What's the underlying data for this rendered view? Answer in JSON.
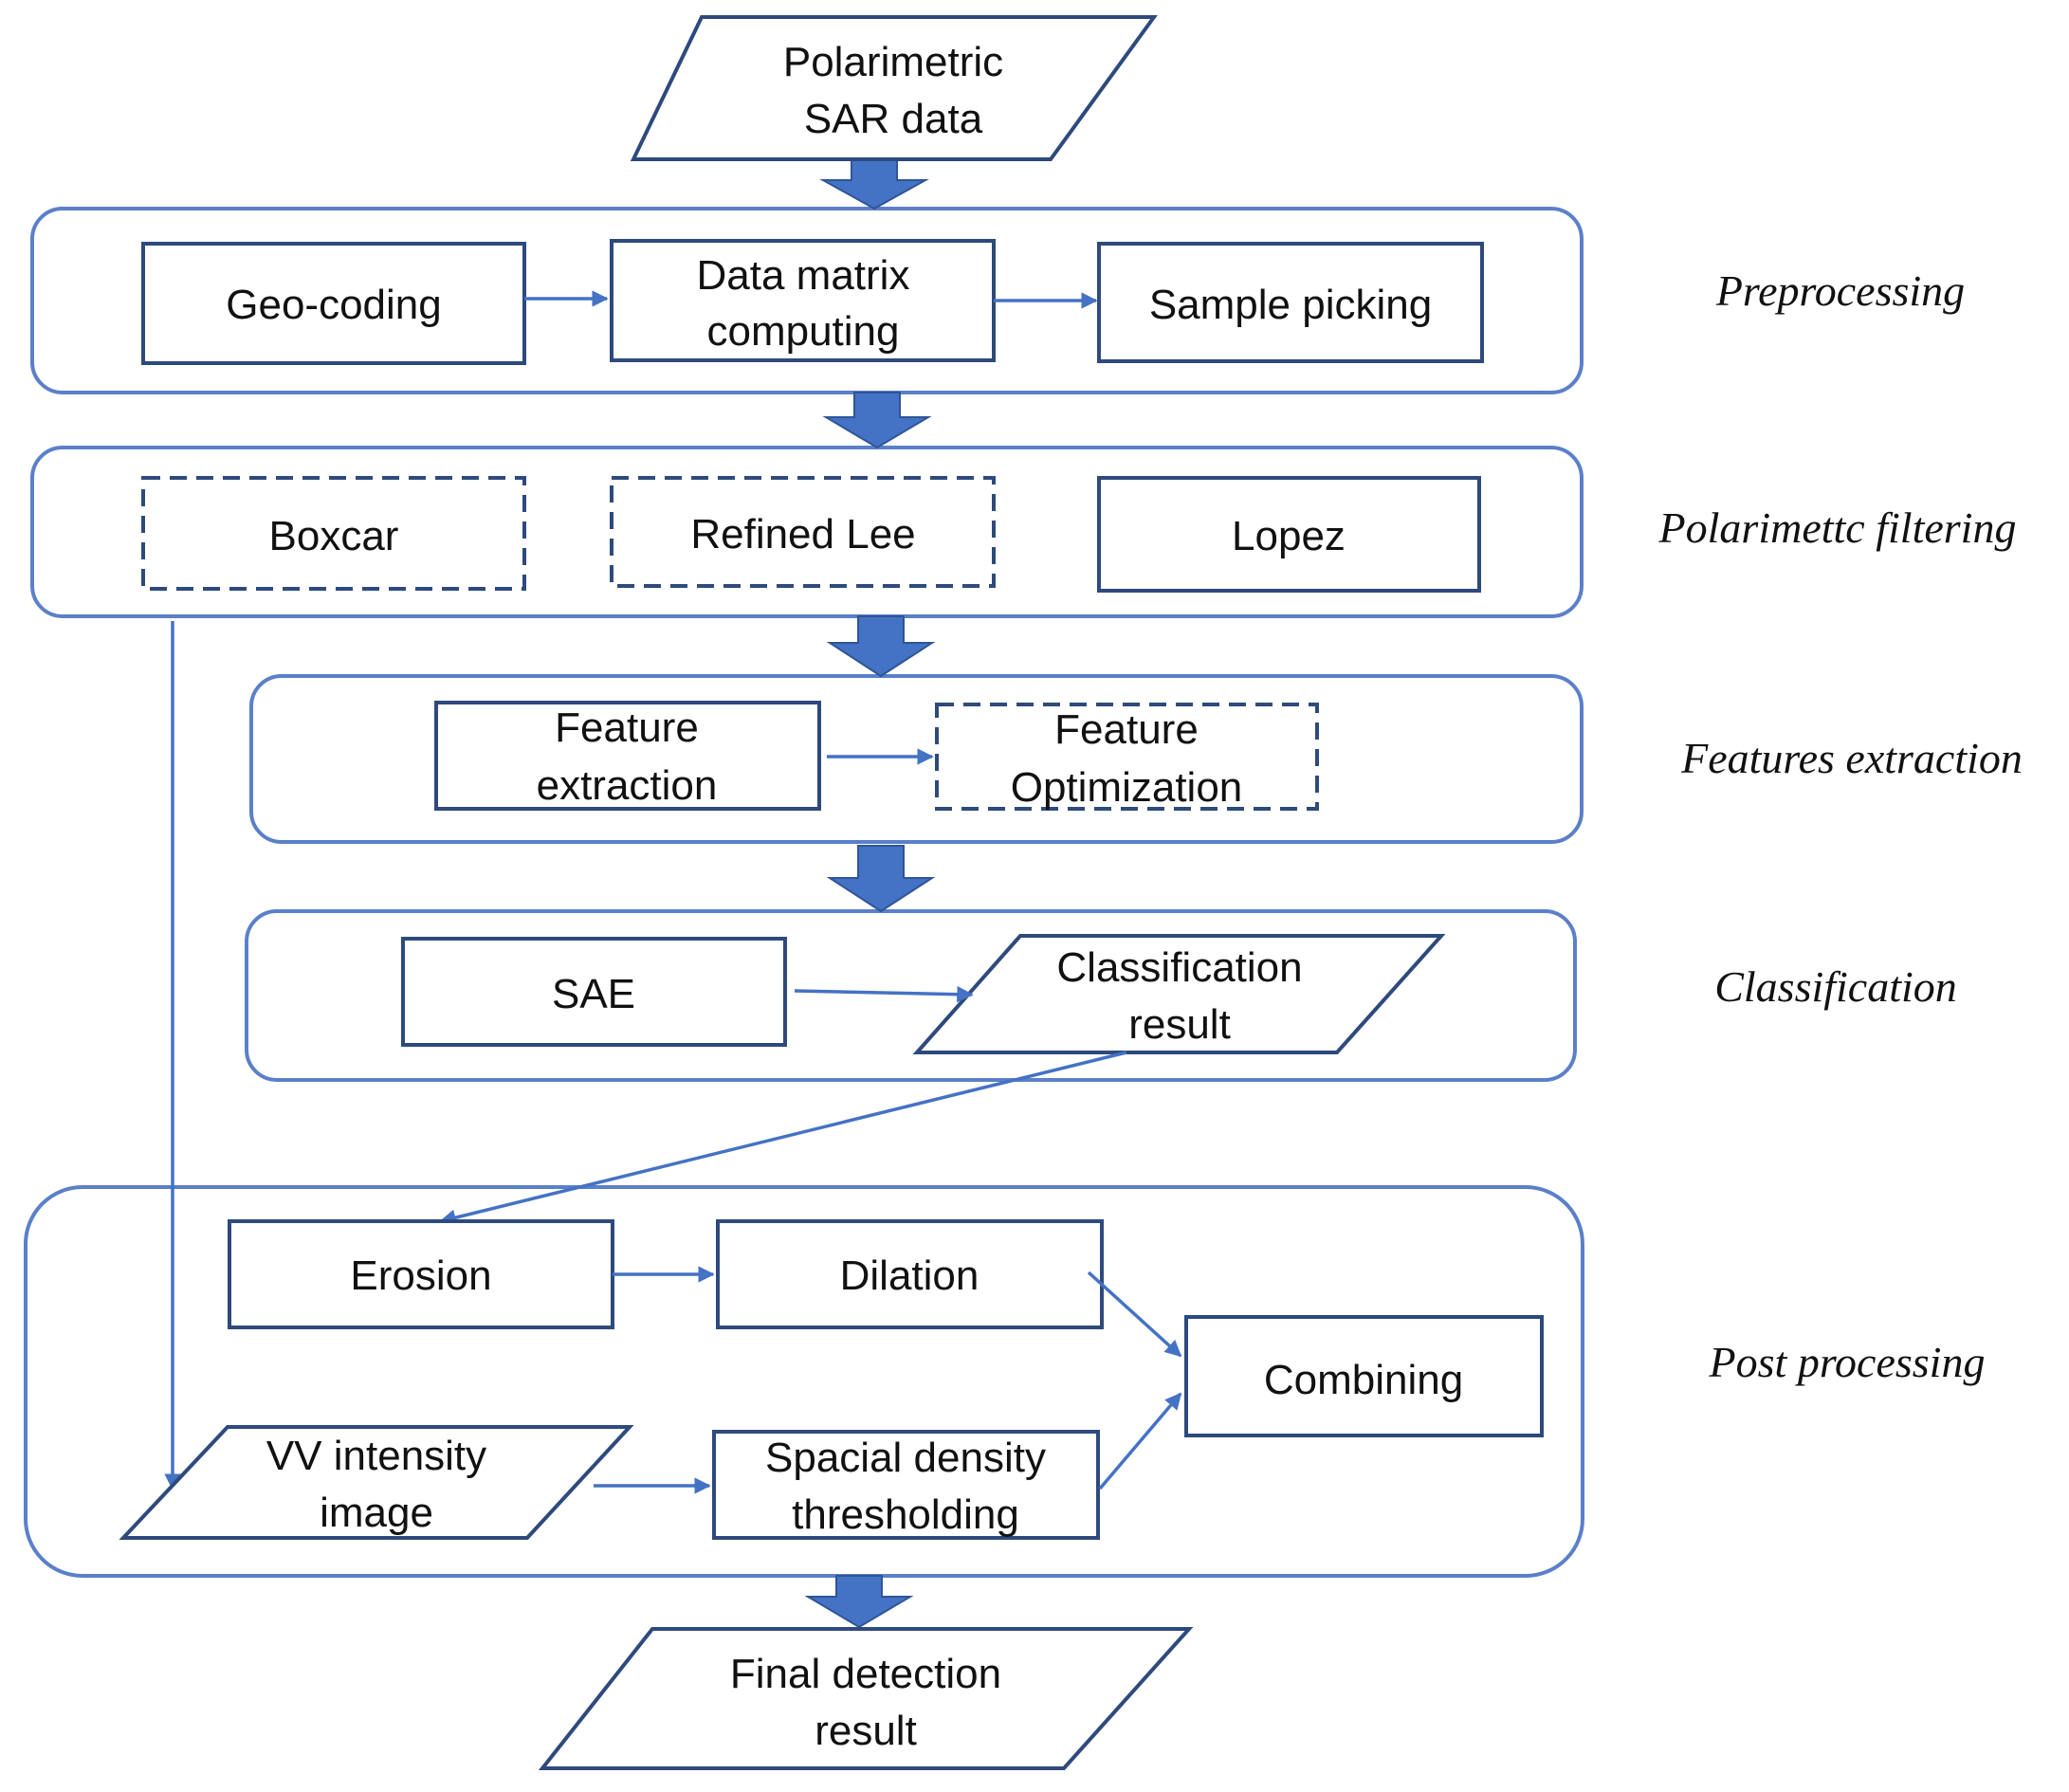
{
  "input": {
    "line1": "Polarimetric",
    "line2": "SAR data"
  },
  "stages": {
    "preprocessing": "Preprocessing",
    "filtering": "Polarimettc filtering",
    "features": "Features extraction",
    "classification": "Classification",
    "post": "Post processing"
  },
  "preprocessing": {
    "geocoding": "Geo-coding",
    "matrix_line1": "Data matrix",
    "matrix_line2": "computing",
    "sample": "Sample picking"
  },
  "filtering": {
    "boxcar": "Boxcar",
    "refined_lee": "Refined Lee",
    "lopez": "Lopez"
  },
  "features": {
    "extraction_line1": "Feature",
    "extraction_line2": "extraction",
    "optimization_line1": "Feature",
    "optimization_line2": "Optimization"
  },
  "classification": {
    "sae": "SAE",
    "result_line1": "Classification",
    "result_line2": "result"
  },
  "post": {
    "erosion": "Erosion",
    "dilation": "Dilation",
    "combining": "Combining",
    "vv_line1": "VV intensity",
    "vv_line2": "image",
    "spacial_line1": "Spacial density",
    "spacial_line2": "thresholding"
  },
  "output": {
    "line1": "Final  detection",
    "line2": "result"
  },
  "colors": {
    "box_stroke": "#2e4a7d",
    "group_stroke": "#5b80c9",
    "arrow": "#4472c4"
  }
}
